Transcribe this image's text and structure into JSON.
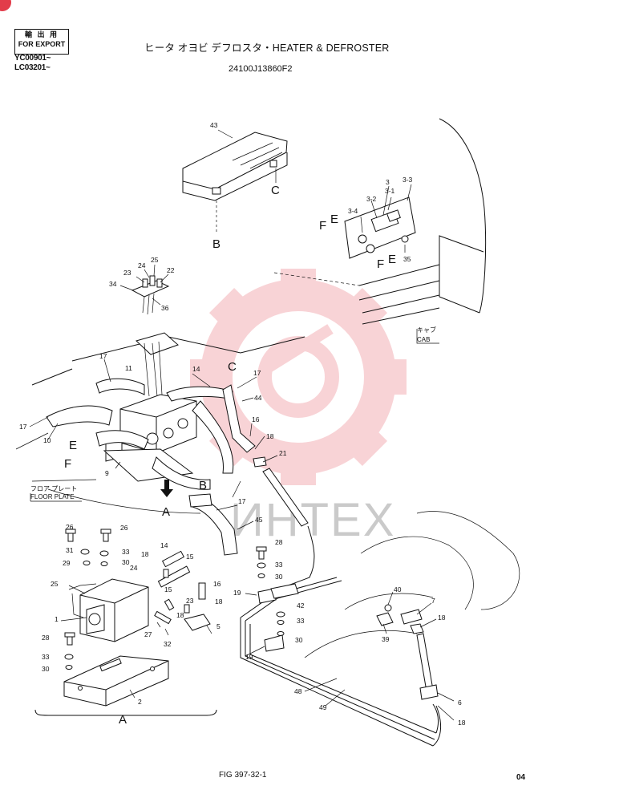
{
  "header": {
    "export_stamp": {
      "line1": "輸 出 用",
      "line2": "FOR EXPORT"
    },
    "serials": [
      "YC00901~",
      "LC03201~"
    ],
    "title": "ヒータ オヨビ デフロスタ・HEATER & DEFROSTER",
    "part_number": "24100J13860F2"
  },
  "labels": {
    "cab_jp": "キャブ",
    "cab_en": "CAB",
    "floor_plate_jp": "フロア プレート",
    "floor_plate_en": "FLOOR PLATE"
  },
  "callouts": {
    "n43": "43",
    "n3": "3",
    "n3_3": "3-3",
    "n3_1": "3-1",
    "n3_2": "3-2",
    "n3_4": "3-4",
    "n35": "35",
    "n23a": "23",
    "n24a": "24",
    "n25": "25",
    "n22": "22",
    "n34": "34",
    "n36": "36",
    "n17a": "17",
    "n11": "11",
    "n14a": "14",
    "n17b": "17",
    "n44": "44",
    "n17c": "17",
    "n10": "10",
    "n16a": "16",
    "n18a": "18",
    "n21": "21",
    "n9": "9",
    "n17d": "17",
    "n45": "45",
    "n26a": "26",
    "n26b": "26",
    "n31": "31",
    "n33a": "33",
    "n29": "29",
    "n30a": "30",
    "n18b": "18",
    "n14b": "14",
    "n15a": "15",
    "n24b": "24",
    "n25b": "25",
    "n15b": "15",
    "n16b": "16",
    "n18c": "18",
    "n23b": "23",
    "n18d": "18",
    "n1": "1",
    "n27": "27",
    "n5": "5",
    "n32": "32",
    "n28a": "28",
    "n33b": "33",
    "n30b": "30",
    "n2": "2",
    "n28b": "28",
    "n33c": "33",
    "n30c": "30",
    "n19a": "19",
    "n42": "42",
    "n33d": "33",
    "n30d": "30",
    "n19b": "19",
    "n40": "40",
    "n7": "7",
    "n18e": "18",
    "n39": "39",
    "n48": "48",
    "n49": "49",
    "n6": "6",
    "n18f": "18"
  },
  "letters": {
    "C_top": "C",
    "B_top": "B",
    "F_top": "F",
    "E_top": "E",
    "E_mid": "E",
    "F_mid": "F",
    "C_hose": "C",
    "E_left": "E",
    "F_left": "F",
    "B_mid": "B",
    "A_arrow": "A",
    "A_group": "A"
  },
  "watermark": {
    "text": "ИНТЕX",
    "color": "#e23c4a"
  },
  "footer": {
    "figure": "FIG 397-32-1",
    "page": "04"
  }
}
